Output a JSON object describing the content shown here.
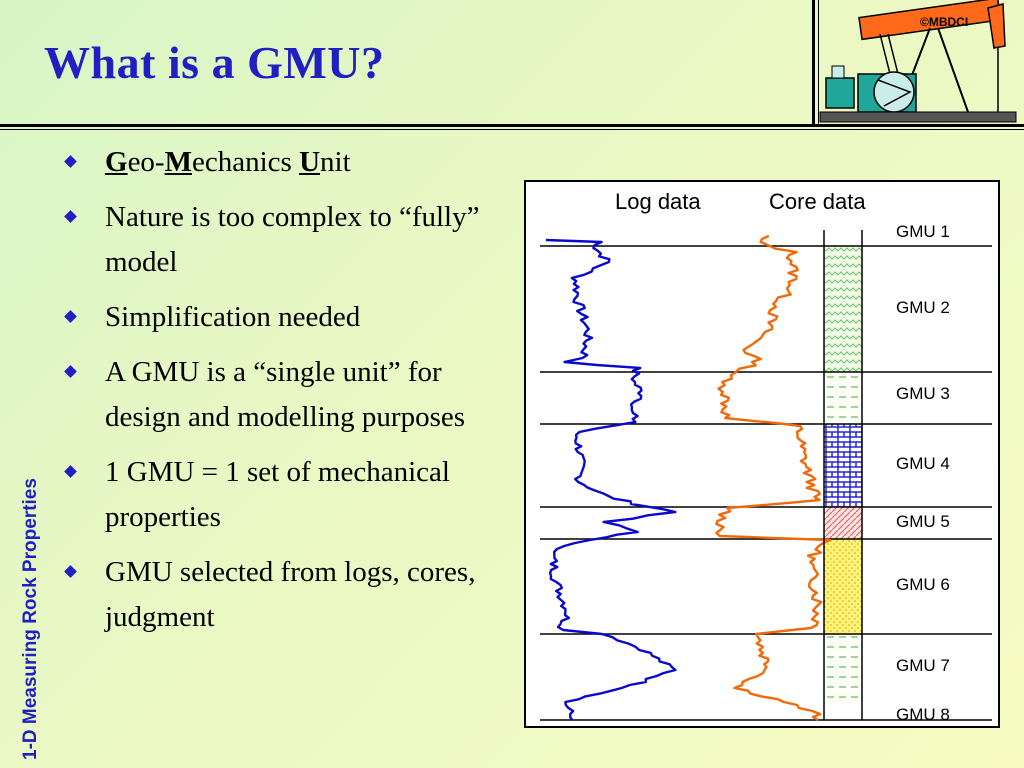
{
  "slide": {
    "title": "What is a GMU?",
    "side_label": "1-D Measuring Rock Properties",
    "logo_text": "©MBDCI"
  },
  "bullets": [
    {
      "parts": [
        {
          "t": "G",
          "hl": true
        },
        {
          "t": "eo-",
          "hl": false
        },
        {
          "t": "M",
          "hl": true
        },
        {
          "t": "echanics ",
          "hl": false
        },
        {
          "t": "U",
          "hl": true
        },
        {
          "t": "nit",
          "hl": false
        }
      ]
    },
    {
      "text": "Nature is too complex to “fully” model"
    },
    {
      "text": "Simplification needed"
    },
    {
      "text": "A GMU is a “single unit” for design and modelling purposes"
    },
    {
      "text": "1 GMU = 1 set of mechanical properties"
    },
    {
      "text": "GMU selected from logs, cores, judgment"
    }
  ],
  "figure": {
    "headers": {
      "log": "Log data",
      "core": "Core data"
    },
    "units": [
      {
        "label": "GMU 1",
        "pattern": "none"
      },
      {
        "label": "GMU 2",
        "pattern": "wavy-green"
      },
      {
        "label": "GMU 3",
        "pattern": "dashed-green"
      },
      {
        "label": "GMU 4",
        "pattern": "brick-blue"
      },
      {
        "label": "GMU 5",
        "pattern": "hatch-red"
      },
      {
        "label": "GMU 6",
        "pattern": "dots-yellow"
      },
      {
        "label": "GMU 7",
        "pattern": "dashed-green"
      },
      {
        "label": "GMU 8",
        "pattern": "none"
      }
    ],
    "colors": {
      "log": "#0a0acc",
      "core": "#f06a0a",
      "boundary": "#000000"
    }
  }
}
